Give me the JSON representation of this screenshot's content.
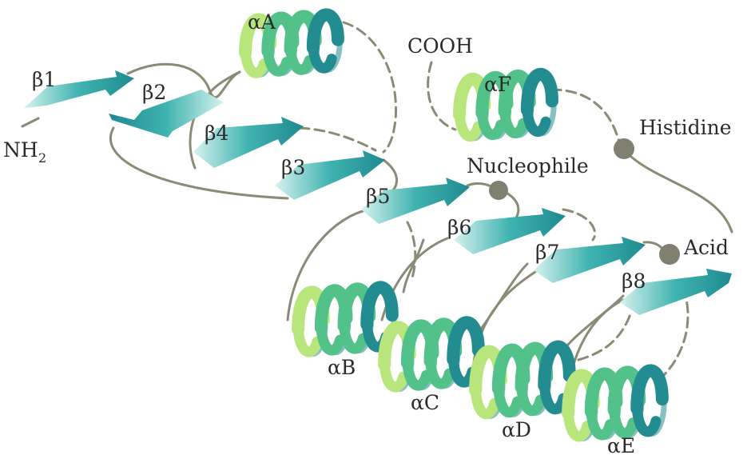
{
  "diagram": {
    "colors": {
      "strand_light": "#d6f2ee",
      "strand_mid": "#3fb3b0",
      "strand_dark": "#1f8a8f",
      "helix_light": "#b8e67c",
      "helix_mid": "#52c28a",
      "helix_dark": "#238c90",
      "loop": "#8b8a75",
      "site_dot": "#808070"
    },
    "terminals": {
      "n_term_main": "NH",
      "n_term_sub": "2",
      "c_term": "COOH"
    },
    "strands": [
      {
        "id": "b1",
        "label": "β1"
      },
      {
        "id": "b2",
        "label": "β2"
      },
      {
        "id": "b3",
        "label": "β3"
      },
      {
        "id": "b4",
        "label": "β4"
      },
      {
        "id": "b5",
        "label": "β5"
      },
      {
        "id": "b6",
        "label": "β6"
      },
      {
        "id": "b7",
        "label": "β7"
      },
      {
        "id": "b8",
        "label": "β8"
      }
    ],
    "helices": [
      {
        "id": "aA",
        "label": "αA"
      },
      {
        "id": "aB",
        "label": "αB"
      },
      {
        "id": "aC",
        "label": "αC"
      },
      {
        "id": "aD",
        "label": "αD"
      },
      {
        "id": "aE",
        "label": "αE"
      },
      {
        "id": "aF",
        "label": "αF"
      }
    ],
    "active_sites": {
      "nucleophile": "Nucleophile",
      "histidine": "Histidine",
      "acid": "Acid"
    }
  }
}
